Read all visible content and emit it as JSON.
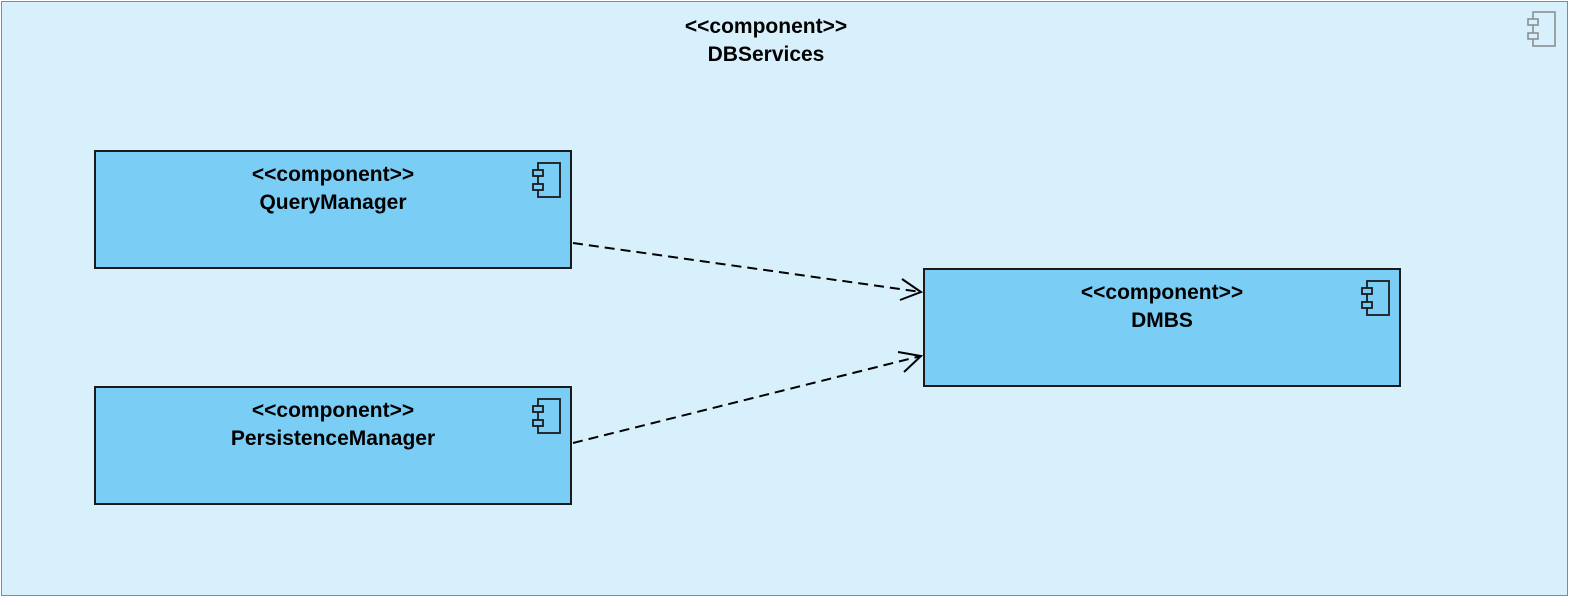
{
  "diagram": {
    "container": {
      "stereotype": "<<component>>",
      "name": "DBServices",
      "icon": "component-icon"
    },
    "components": [
      {
        "id": "qm",
        "stereotype": "<<component>>",
        "name": "QueryManager",
        "icon": "component-icon"
      },
      {
        "id": "pm",
        "stereotype": "<<component>>",
        "name": "PersistenceManager",
        "icon": "component-icon"
      },
      {
        "id": "db",
        "stereotype": "<<component>>",
        "name": "DMBS",
        "icon": "component-icon"
      }
    ],
    "dependencies": [
      {
        "from": "QueryManager",
        "to": "DMBS",
        "style": "dashed",
        "arrow": "open"
      },
      {
        "from": "PersistenceManager",
        "to": "DMBS",
        "style": "dashed",
        "arrow": "open"
      }
    ],
    "colors": {
      "container_fill": "#d8f0fb",
      "component_fill": "#7acdf4",
      "stroke": "#1a1a1a"
    }
  }
}
